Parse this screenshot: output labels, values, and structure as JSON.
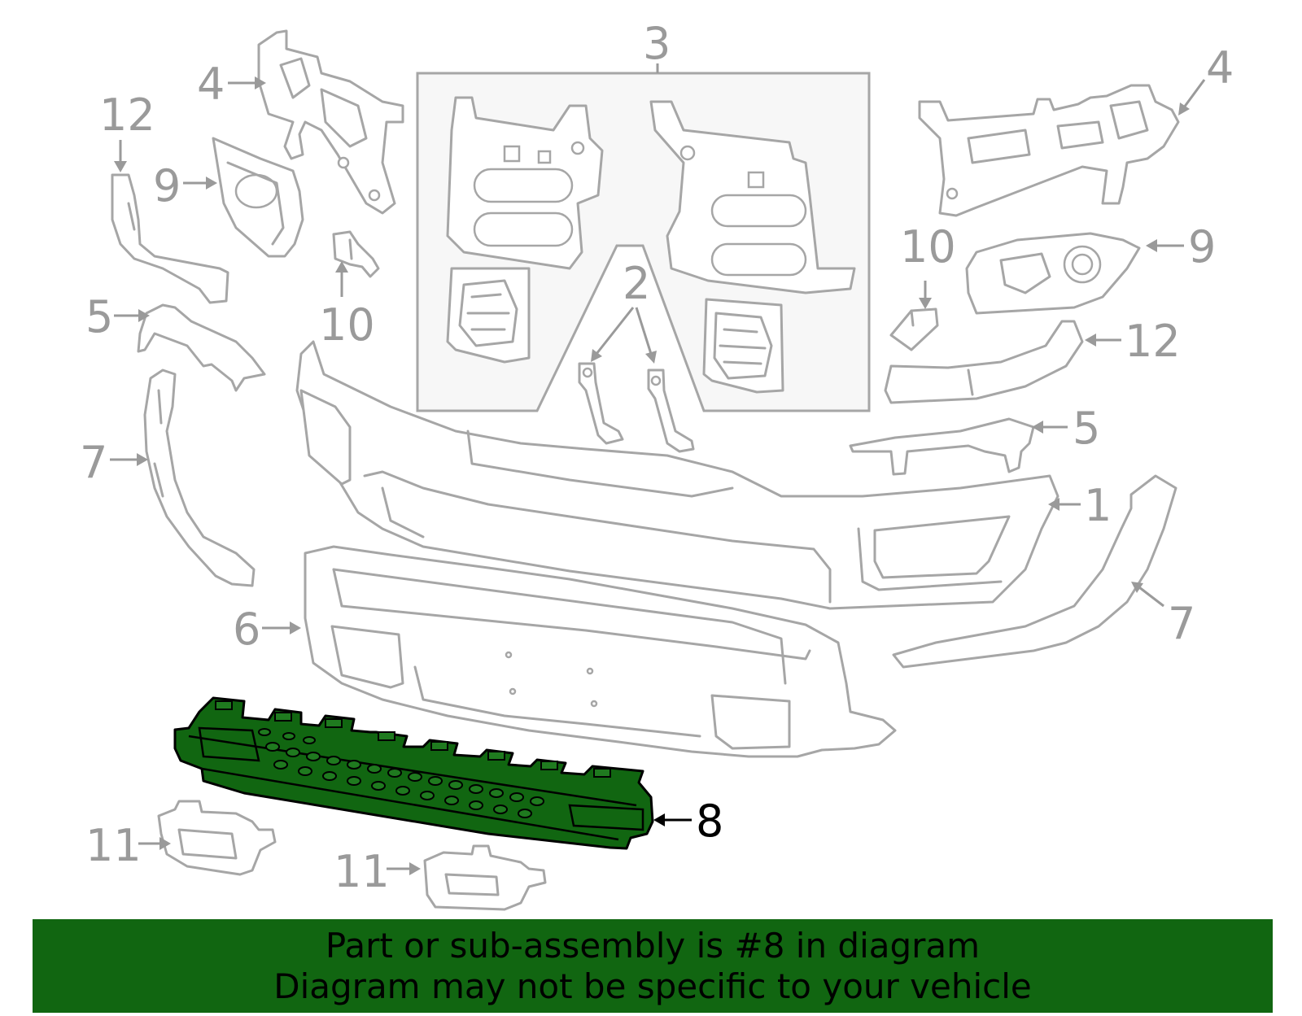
{
  "callouts": {
    "c1": "1",
    "c2": "2",
    "c3": "3",
    "c4a": "4",
    "c4b": "4",
    "c5a": "5",
    "c5b": "5",
    "c6": "6",
    "c7a": "7",
    "c7b": "7",
    "c8": "8",
    "c9a": "9",
    "c9b": "9",
    "c10a": "10",
    "c10b": "10",
    "c11a": "11",
    "c11b": "11",
    "c12a": "12",
    "c12b": "12"
  },
  "highlighted_part": "8",
  "colors": {
    "highlight": "#116611",
    "part_stroke": "#a6a6a6",
    "callout_gray": "#9a9a9a"
  },
  "banner": {
    "line1": "Part or sub-assembly is #8 in diagram",
    "line2": "Diagram may not be specific to your vehicle"
  }
}
